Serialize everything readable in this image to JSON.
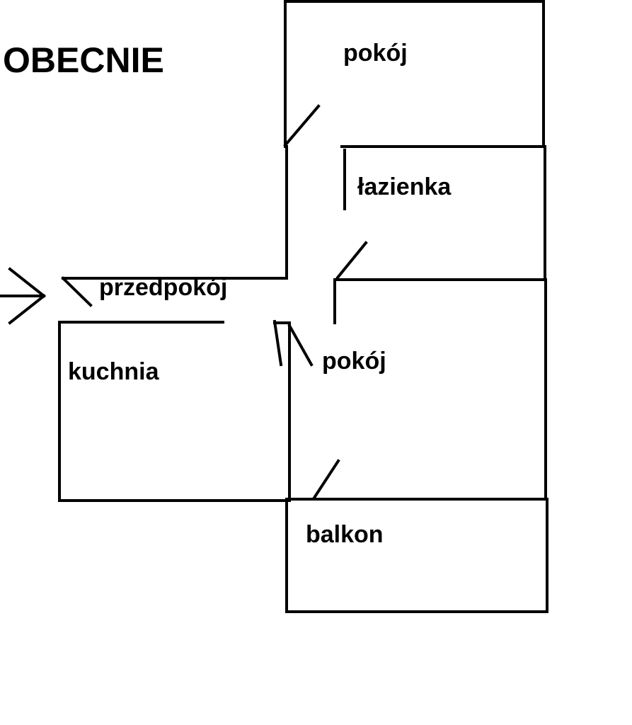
{
  "title": "OBECNIE",
  "rooms": {
    "pokoj_top": "pokój",
    "lazienka": "łazienka",
    "przedpokoj": "przedpokój",
    "kuchnia": "kuchnia",
    "pokoj_bottom": "pokój",
    "balkon": "balkon"
  },
  "colors": {
    "ink": "#000000",
    "paper": "#ffffff"
  },
  "icons": {
    "entrance": "arrow-right-icon"
  }
}
